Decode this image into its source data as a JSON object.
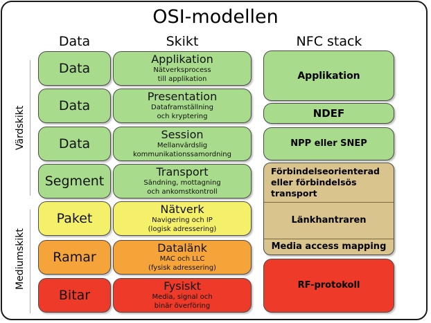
{
  "title": "OSI-modellen",
  "columns": {
    "data": "Data",
    "skikt": "Skikt",
    "nfc": "NFC stack"
  },
  "side_labels": {
    "host": "Värdskikt",
    "media": "Mediumskikt"
  },
  "colors": {
    "green": "#a8dc8c",
    "yellow": "#f5f06a",
    "orange": "#f5a43a",
    "red": "#ee3a28",
    "tan": "#d9c48e"
  },
  "layers": [
    {
      "data": "Data",
      "name": "Applikation",
      "desc": [
        "Nätverksprocess",
        "till applikation"
      ],
      "color": "#a8dc8c"
    },
    {
      "data": "Data",
      "name": "Presentation",
      "desc": [
        "Dataframställning",
        "och kryptering"
      ],
      "color": "#a8dc8c"
    },
    {
      "data": "Data",
      "name": "Session",
      "desc": [
        "Mellanvärdslig",
        "kommunikationssamordning"
      ],
      "color": "#a8dc8c"
    },
    {
      "data": "Segment",
      "name": "Transport",
      "desc": [
        "Sändning, mottagning",
        "och ankomstkontroll"
      ],
      "color": "#a8dc8c"
    },
    {
      "data": "Paket",
      "name": "Nätverk",
      "desc": [
        "Navigering och IP",
        "(logisk adressering)"
      ],
      "color": "#f5f06a"
    },
    {
      "data": "Ramar",
      "name": "Datalänk",
      "desc": [
        "MAC och LLC",
        "(fysisk adressering)"
      ],
      "color": "#f5a43a"
    },
    {
      "data": "Bitar",
      "name": "Fysiskt",
      "desc": [
        "Media, signal och",
        "binär överföring"
      ],
      "color": "#ee3a28"
    }
  ],
  "nfc": {
    "applikation": "Applikation",
    "ndef": "NDEF",
    "npp": "NPP eller SNEP",
    "transport": [
      "Förbindelseorienterad",
      "eller förbindelsös",
      "transport"
    ],
    "link": "Länkhantraren",
    "media": "Media access mapping",
    "rf": "RF-protokoll"
  }
}
